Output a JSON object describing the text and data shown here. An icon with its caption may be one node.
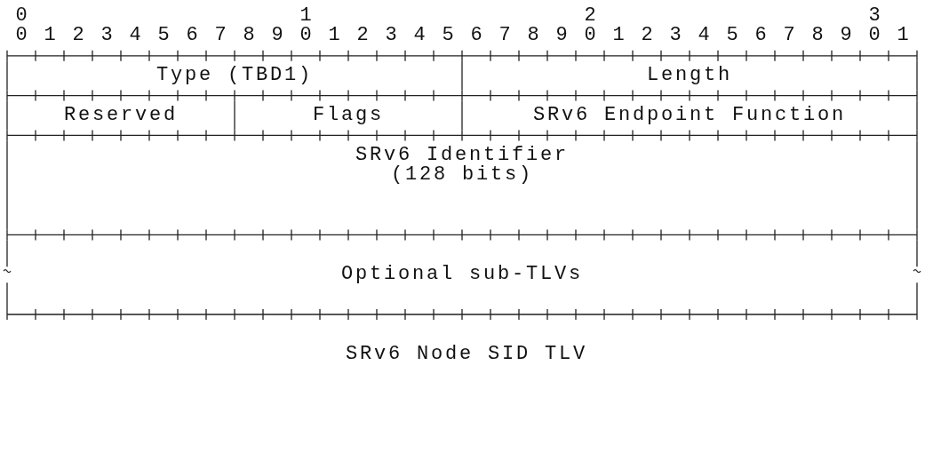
{
  "diagram": {
    "caption": "SRv6 Node SID TLV",
    "nodes": [
      {
        "text": [
          "Type (TBD1)"
        ]
      },
      {
        "text": [
          "Length"
        ]
      },
      {
        "text": [
          "Reserved"
        ]
      },
      {
        "text": [
          "Flags"
        ]
      },
      {
        "text": [
          "SRv6 Endpoint Function"
        ]
      },
      {
        "text": [
          "SRv6 Identifier (128 bits)"
        ]
      },
      {
        "text": [
          "Optional sub-TLVs"
        ]
      }
    ],
    "labels": [
      "0",
      "1",
      "2",
      "3",
      "0",
      "1",
      "2",
      "3",
      "4",
      "5",
      "6",
      "7",
      "8",
      "9",
      "0",
      "1",
      "2",
      "3",
      "4",
      "5",
      "6",
      "7",
      "8",
      "9",
      "0",
      "1",
      "2",
      "3",
      "4",
      "5",
      "6",
      "7",
      "8",
      "9",
      "0",
      "1"
    ]
  }
}
